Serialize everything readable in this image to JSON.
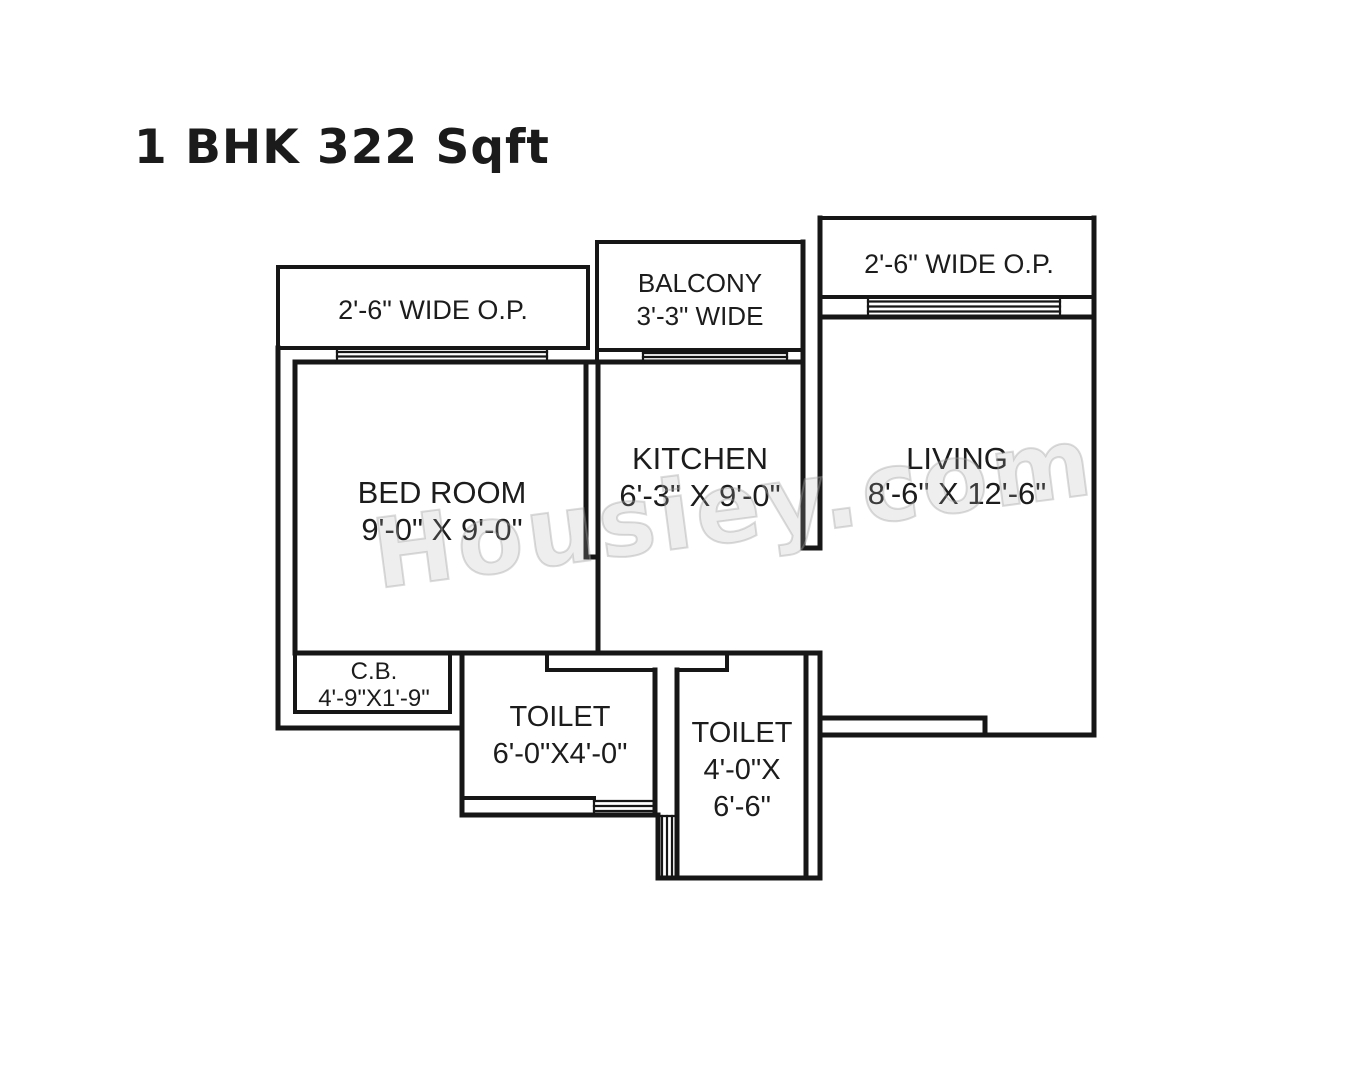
{
  "title": "1 BHK 322 Sqft",
  "watermark": "Housiey.com",
  "labels": {
    "op_left": "2'-6\" WIDE O.P.",
    "balcony_1": "BALCONY",
    "balcony_2": "3'-3\"  WIDE",
    "op_right": "2'-6\" WIDE O.P.",
    "bedroom_1": "BED ROOM",
    "bedroom_2": "9'-0\" X 9'-0\"",
    "kitchen_1": "KITCHEN",
    "kitchen_2": "6'-3\" X 9'-0\"",
    "living_1": "LIVING",
    "living_2": "8'-6\" X 12'-6\"",
    "cb_1": "C.B.",
    "cb_2": "4'-9\"X1'-9\"",
    "toilet1_1": "TOILET",
    "toilet1_2": "6'-0\"X4'-0\"",
    "toilet2_1": "TOILET",
    "toilet2_2": "4'-0\"X",
    "toilet2_3": "6'-6\""
  },
  "colors": {
    "wall": "#161616",
    "text": "#1c1c1c",
    "background": "#ffffff",
    "watermark_gray": "#b2b2b2"
  }
}
